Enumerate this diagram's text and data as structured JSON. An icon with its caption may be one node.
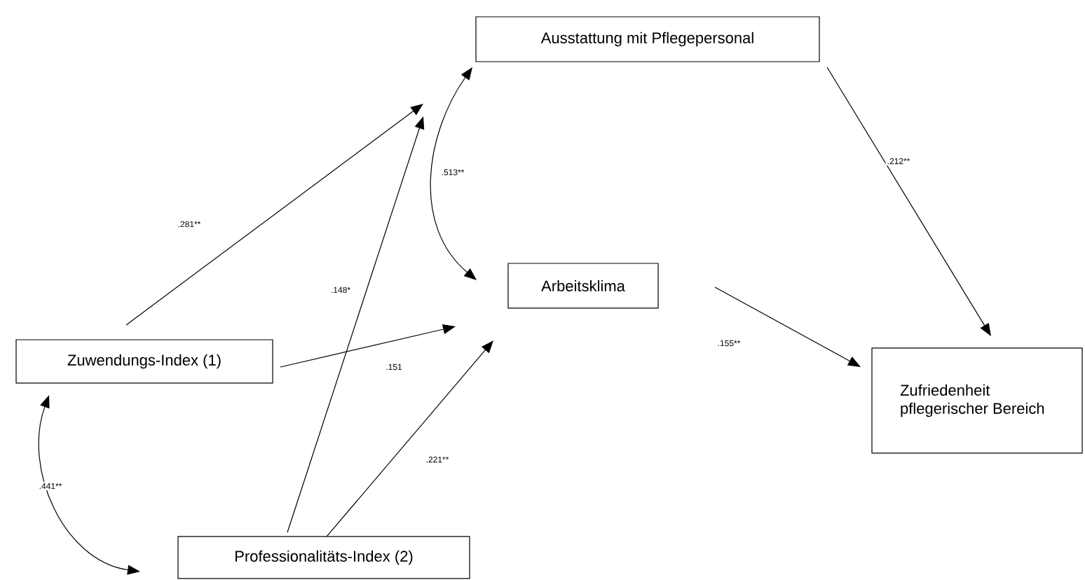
{
  "diagram": {
    "nodes": [
      {
        "text": [
          "Ausstattung mit Pflegepersonal"
        ]
      },
      {
        "text": [
          "Arbeitsklima"
        ]
      },
      {
        "text": [
          "Zuwendungs-Index (1)"
        ]
      },
      {
        "text": [
          "Zufriedenheit pflegerischer Bereich"
        ]
      },
      {
        "text": [
          "Professionalitäts-Index (2)"
        ]
      }
    ],
    "edges": [
      {
        "from": 2,
        "to": 0,
        "arrow": "to",
        "label": ".281**"
      },
      {
        "from": 4,
        "to": 0,
        "arrow": "to",
        "label": ".148*"
      },
      {
        "from": 2,
        "to": 1,
        "arrow": "to",
        "label": ".151"
      },
      {
        "from": 4,
        "to": 1,
        "arrow": "to",
        "label": ".221**"
      },
      {
        "from": 0,
        "to": 1,
        "arrow": "both",
        "label": ".513**"
      },
      {
        "from": 0,
        "to": 3,
        "arrow": "to",
        "label": ".212**"
      },
      {
        "from": 1,
        "to": 3,
        "arrow": "to",
        "label": ".155**"
      },
      {
        "from": 2,
        "to": 4,
        "arrow": "both",
        "label": ".441**"
      }
    ]
  }
}
